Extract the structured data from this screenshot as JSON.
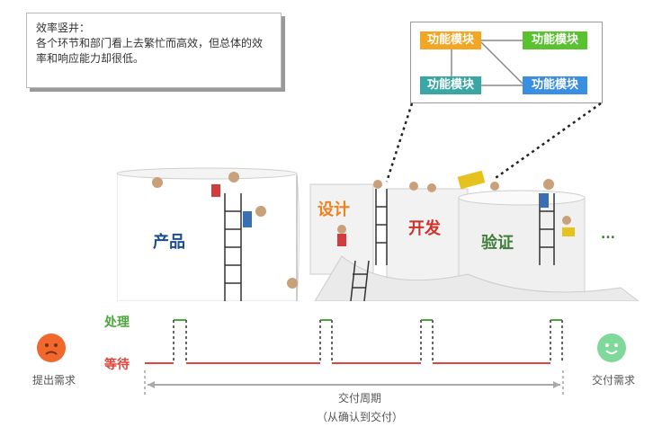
{
  "note": {
    "title": "效率竖井：",
    "body": "各个环节和部门看上去繁忙而高效，但总体的效率和响应能力却很低。"
  },
  "callout": {
    "modules": [
      {
        "label": "功能模块",
        "color": "#f2a623"
      },
      {
        "label": "功能模块",
        "color": "#5ac22f"
      },
      {
        "label": "功能模块",
        "color": "#3aa7a5"
      },
      {
        "label": "功能模块",
        "color": "#3a8fe0"
      }
    ]
  },
  "towers": {
    "product": {
      "label": "产品",
      "color": "#1c4d8e"
    },
    "design": {
      "label": "设计",
      "color": "#f0821e"
    },
    "dev": {
      "label": "开发",
      "color": "#d2312b"
    },
    "verify": {
      "label": "验证",
      "color": "#3e7d3a"
    },
    "more": {
      "label": "...",
      "color": "#3e7d3a"
    }
  },
  "timeline": {
    "process_label": "处理",
    "wait_label": "等待",
    "process_color": "#4aa83a",
    "wait_color": "#e0443a",
    "start_label": "提出需求",
    "end_label": "交付需求",
    "period_label": "交付周期",
    "period_sub": "（从确认到交付）"
  },
  "colors": {
    "sad": "#f0682b",
    "happy": "#7ed99a"
  }
}
